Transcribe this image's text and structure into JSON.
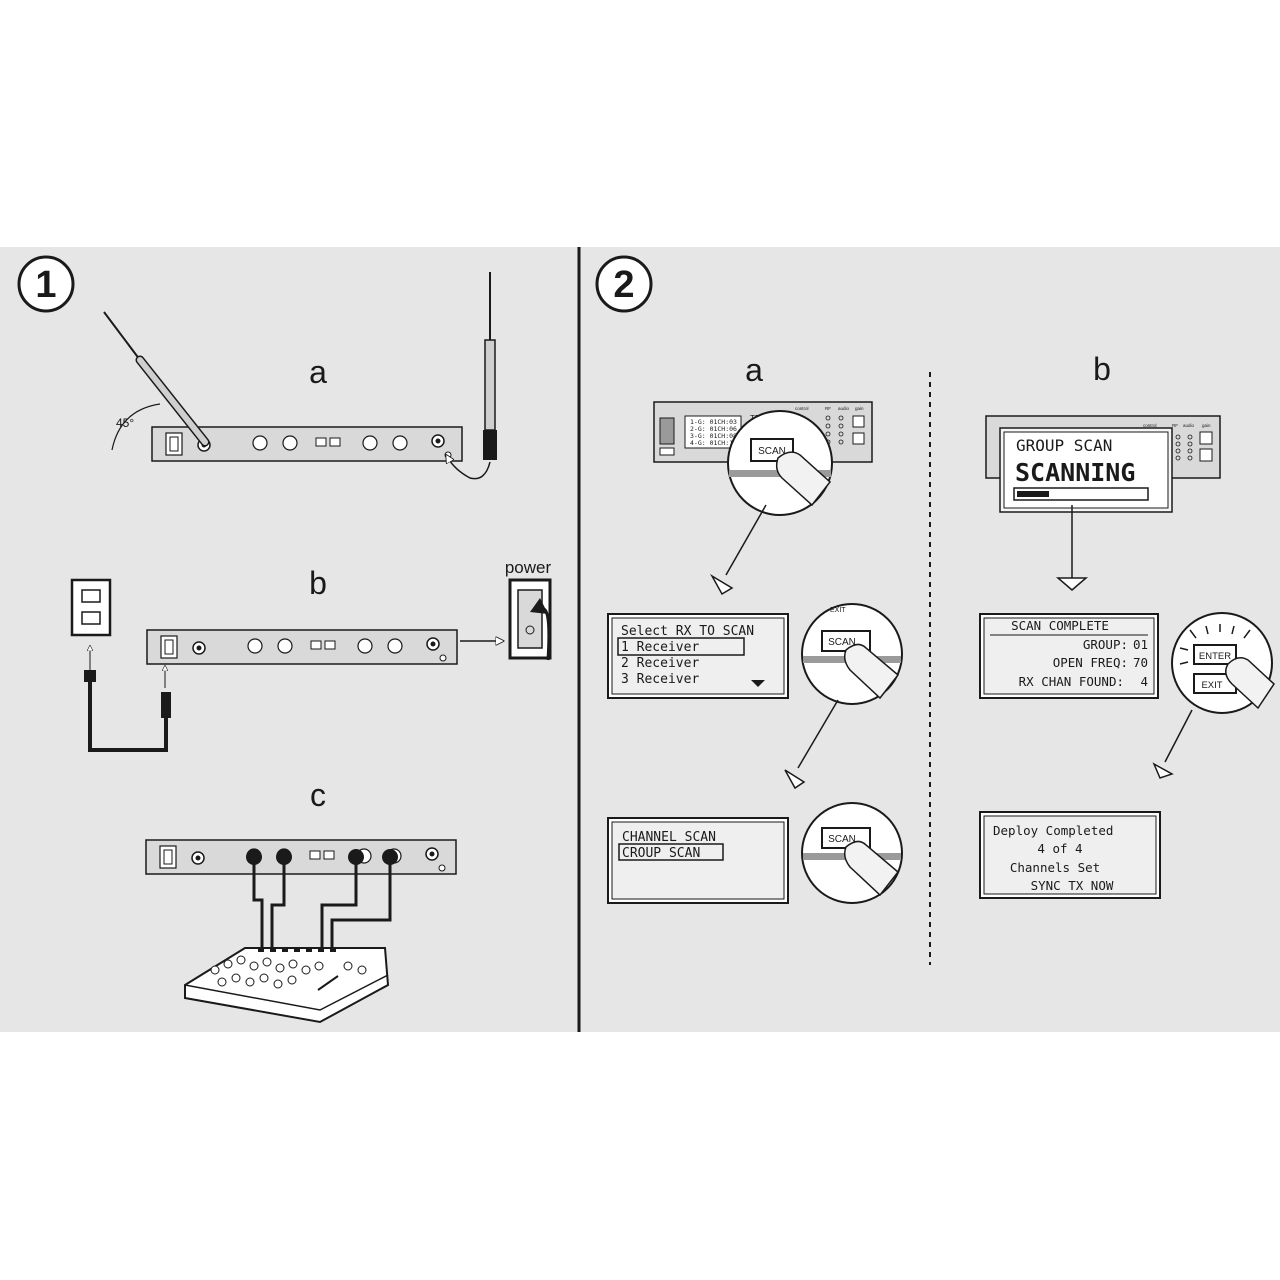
{
  "colors": {
    "panel_bg": "#e6e6e6",
    "line": "#1a1a1a",
    "device": "#d9d9d9",
    "screen": "#efefef"
  },
  "step1": {
    "number": "1",
    "a": {
      "label": "a",
      "angle": "45°"
    },
    "b": {
      "label": "b",
      "power": "power"
    },
    "c": {
      "label": "c"
    }
  },
  "step2": {
    "number": "2",
    "a": {
      "label": "a",
      "front_display": [
        "1-G: 01CH:03",
        "2-G: 01CH:06",
        "3-G: 01CH:08",
        "4-G: 01CH:12"
      ],
      "front_top": "TRAIT",
      "panel_labels": {
        "control": "control",
        "rf": "RF",
        "audio": "audio",
        "gain": "gain"
      },
      "scan_button": "SCAN",
      "select_screen": {
        "title": "Select RX TO SCAN",
        "items": [
          "1 Receiver",
          "2 Receiver",
          "3 Receiver"
        ]
      },
      "scan_mode_screen": {
        "items": [
          "CHANNEL SCAN",
          "CROUP SCAN"
        ]
      },
      "scan_btn2": "SCAN",
      "scan_btn3": "SCAN",
      "exit_partial": "EXIT"
    },
    "b": {
      "label": "b",
      "group_scan": {
        "title": "GROUP SCAN",
        "status": "SCANNING",
        "progress": 0.25
      },
      "panel_labels": {
        "control": "control",
        "rf": "RF",
        "audio": "audio",
        "gain": "gain"
      },
      "complete_screen": {
        "title": "SCAN COMPLETE",
        "rows": [
          {
            "label": "GROUP:",
            "value": "01"
          },
          {
            "label": "OPEN FREQ:",
            "value": "70"
          },
          {
            "label": "RX CHAN FOUND:",
            "value": "4"
          }
        ]
      },
      "enter_button": "ENTER",
      "exit_button": "EXIT",
      "deploy_screen": {
        "lines": [
          "Deploy Completed",
          "4 of 4",
          "Channels Set",
          "SYNC TX NOW"
        ]
      }
    }
  }
}
